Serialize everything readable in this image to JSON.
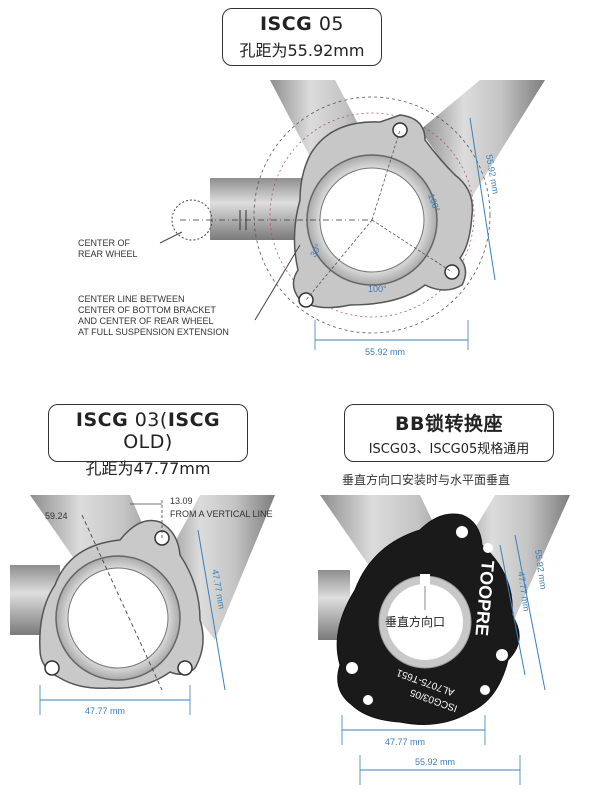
{
  "top": {
    "title_bold": "ISCG",
    "title_thin": " 05",
    "subtitle": "孔距为55.92mm",
    "labels": {
      "rear_wheel_1": "CENTER OF",
      "rear_wheel_2": "REAR WHEEL",
      "center_line_1": "CENTER LINE BETWEEN",
      "center_line_2": "CENTER OF BOTTOM BRACKET",
      "center_line_3": "AND CENTER OF REAR WHEEL",
      "center_line_4": "AT FULL SUSPENSION EXTENSION"
    },
    "dims": {
      "vertical": "55.92 mm",
      "horizontal": "55.92 mm",
      "angle_a": "100°",
      "angle_b": "100°",
      "angle_c": "30°"
    }
  },
  "left": {
    "title_bold": "ISCG",
    "title_mid": " 03(",
    "title_bold2": "ISCG",
    "title_end": " OLD)",
    "subtitle": "孔距为47.77mm",
    "dims": {
      "diag": "59.24",
      "offset": "13.09",
      "offset_note": "FROM A VERTICAL LINE",
      "vertical": "47.77 mm",
      "horizontal": "47.77 mm"
    }
  },
  "right": {
    "title": "BB锁转换座",
    "subtitle": "ISCG03、ISCG05规格通用",
    "note": "垂直方向口安装时与水平面垂直",
    "center_label": "垂直方向口",
    "brand": "TOOPRE",
    "plate_text_1": "AL7075-T651",
    "plate_text_2": "ISCG03/05",
    "dims": {
      "vertical_a": "55.92 mm",
      "vertical_b": "47.77 mm",
      "horizontal_a": "47.77 mm",
      "horizontal_b": "55.92 mm"
    }
  },
  "colors": {
    "dimension": "#3a7fbd",
    "plate": "#1a1a1a",
    "tube": "#b5b5b5"
  }
}
